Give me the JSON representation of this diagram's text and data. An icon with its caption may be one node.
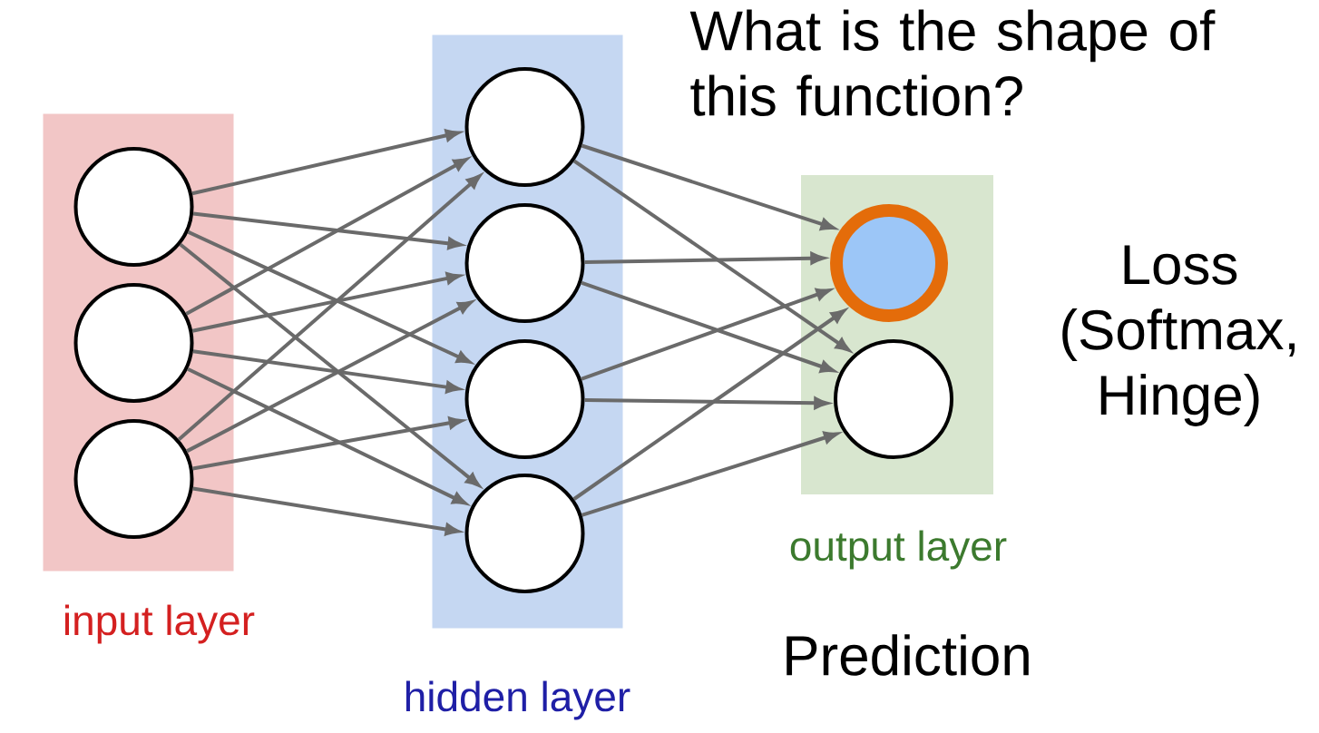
{
  "diagram": {
    "nodes": [
      {
        "text": [
          "input layer"
        ]
      },
      {
        "text": [],
        "shape": "circle",
        "in": 0
      },
      {
        "text": [],
        "shape": "circle",
        "in": 0
      },
      {
        "text": [],
        "shape": "circle",
        "in": 0
      },
      {
        "text": [
          "hidden layer"
        ]
      },
      {
        "text": [],
        "shape": "circle",
        "in": 4
      },
      {
        "text": [],
        "shape": "circle",
        "in": 4
      },
      {
        "text": [],
        "shape": "circle",
        "in": 4
      },
      {
        "text": [],
        "shape": "circle",
        "in": 4
      },
      {
        "text": [
          "output layer"
        ]
      },
      {
        "text": [],
        "shape": "circle",
        "in": 9
      },
      {
        "text": [],
        "shape": "circle",
        "in": 9
      }
    ],
    "edges": [
      {
        "from": 1,
        "to": 5,
        "arrow": "to"
      },
      {
        "from": 1,
        "to": 6,
        "arrow": "to"
      },
      {
        "from": 1,
        "to": 7,
        "arrow": "to"
      },
      {
        "from": 1,
        "to": 8,
        "arrow": "to"
      },
      {
        "from": 2,
        "to": 5,
        "arrow": "to"
      },
      {
        "from": 2,
        "to": 6,
        "arrow": "to"
      },
      {
        "from": 2,
        "to": 7,
        "arrow": "to"
      },
      {
        "from": 2,
        "to": 8,
        "arrow": "to"
      },
      {
        "from": 3,
        "to": 5,
        "arrow": "to"
      },
      {
        "from": 3,
        "to": 6,
        "arrow": "to"
      },
      {
        "from": 3,
        "to": 7,
        "arrow": "to"
      },
      {
        "from": 3,
        "to": 8,
        "arrow": "to"
      },
      {
        "from": 5,
        "to": 10,
        "arrow": "to"
      },
      {
        "from": 5,
        "to": 11,
        "arrow": "to"
      },
      {
        "from": 6,
        "to": 10,
        "arrow": "to"
      },
      {
        "from": 6,
        "to": 11,
        "arrow": "to"
      },
      {
        "from": 7,
        "to": 10,
        "arrow": "to"
      },
      {
        "from": 7,
        "to": 11,
        "arrow": "to"
      },
      {
        "from": 8,
        "to": 10,
        "arrow": "to"
      },
      {
        "from": 8,
        "to": 11,
        "arrow": "to"
      }
    ],
    "labels": [
      "What is the shape of this function?",
      "Loss (Softmax, Hinge)",
      "Prediction"
    ]
  }
}
